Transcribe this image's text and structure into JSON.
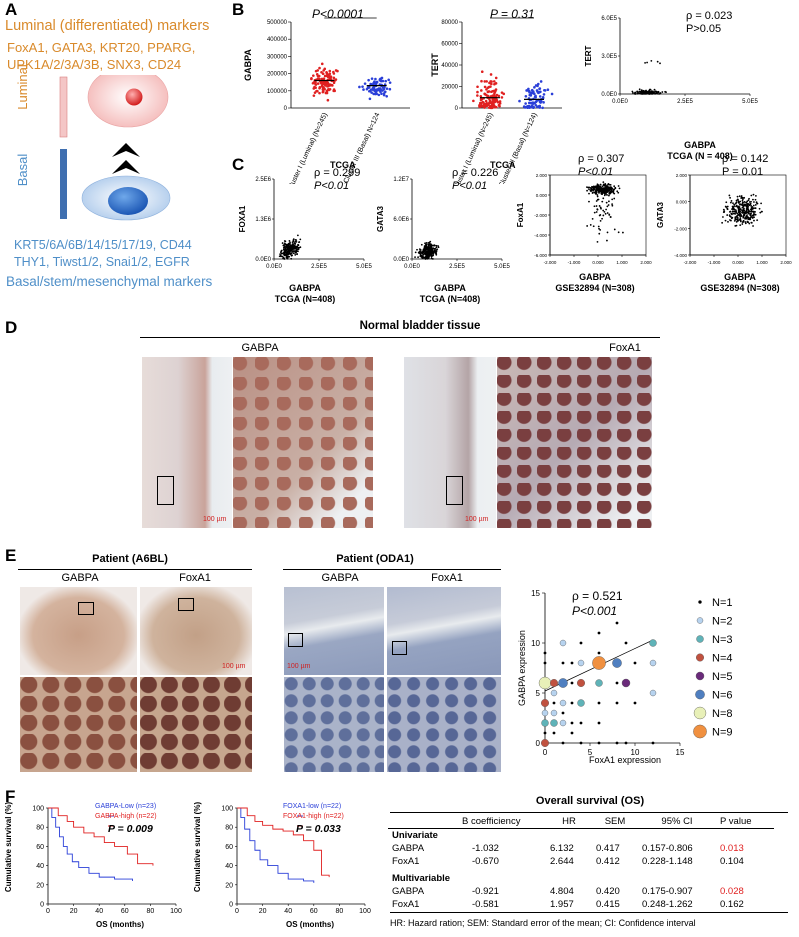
{
  "panels": {
    "A": "A",
    "B": "B",
    "C": "C",
    "D": "D",
    "E": "E",
    "F": "F"
  },
  "panelA": {
    "title": "Luminal (differentiated) markers",
    "luminal_markers_1": "FoxA1, GATA3, KRT20, PPARG,",
    "luminal_markers_2": "UPK1A/2/3A/3B, SNX3, CD24",
    "luminal_label": "Luminal",
    "basal_label": "Basal",
    "basal_markers_1": "KRT5/6A/6B/14/15/17/19, CD44",
    "basal_markers_2": "THY1, Tiwst1/2, Snai1/2, EGFR",
    "basal_title": "Basal/stem/mesenchymal markers"
  },
  "panelB": {
    "plot1": {
      "ylabel": "GABPA",
      "pvalue": "P<0.0001",
      "ticks": [
        "0",
        "100000",
        "200000",
        "300000",
        "400000",
        "500000"
      ],
      "cat1": "Cluster I (Luminal) (N=245)",
      "cat2": "Cluster III (Basal) N=124",
      "dataset": "TCGA"
    },
    "plot2": {
      "ylabel": "TERT",
      "pvalue": "P = 0.31",
      "ticks": [
        "0",
        "20000",
        "40000",
        "60000",
        "80000"
      ],
      "cat1": "Cluster I (Luminal) (N=245)",
      "cat2": "Cluster III (Basal) (N=124)",
      "dataset": "TCGA"
    },
    "plot3": {
      "ylabel": "TERT",
      "rho": "ρ = 0.023",
      "p": "P>0.05",
      "yticks": [
        "6.0E5",
        "3.0E5",
        "0.0E0"
      ],
      "xticks": [
        "0.0E0",
        "2.5E5",
        "5.0E5"
      ],
      "xlabel": "GABPA",
      "dataset": "TCGA (N = 408)"
    }
  },
  "panelC": {
    "plot1": {
      "ylabel": "FOXA1",
      "rho": "ρ = 0.299",
      "p": "P<0.01",
      "yticks": [
        "2.5E6",
        "1.3E6",
        "0.0E0"
      ],
      "xticks": [
        "0.0E0",
        "2.5E5",
        "5.0E5"
      ],
      "xlabel": "GABPA",
      "dataset": "TCGA (N=408)"
    },
    "plot2": {
      "ylabel": "GATA3",
      "rho": "ρ = 0.226",
      "p": "P<0.01",
      "yticks": [
        "1.2E7",
        "6.0E6",
        "0.0E0"
      ],
      "xticks": [
        "0.0E0",
        "2.5E5",
        "5.0E5"
      ],
      "xlabel": "GABPA",
      "dataset": "TCGA (N=408)"
    },
    "plot3": {
      "ylabel": "FoxA1",
      "rho": "ρ = 0.307",
      "p": "P<0.01",
      "yticks": [
        "2.000",
        "0.000",
        "-2.000",
        "-4.000",
        "-6.000"
      ],
      "xticks": [
        "-2.000",
        "-1.000",
        "0.000",
        "1.000",
        "2.000"
      ],
      "xlabel": "GABPA",
      "dataset": "GSE32894 (N=308)"
    },
    "plot4": {
      "ylabel": "GATA3",
      "rho": "ρ = 0.142",
      "p": "P = 0.01",
      "yticks": [
        "2.000",
        "0.000",
        "-2.000",
        "-4.000"
      ],
      "xticks": [
        "-2.000",
        "-1.000",
        "0.000",
        "1.000",
        "2.000"
      ],
      "xlabel": "GABPA",
      "dataset": "GSE32894 (N=308)"
    }
  },
  "panelD": {
    "title": "Normal bladder tissue",
    "label1": "GABPA",
    "label2": "FoxA1",
    "scale1": "100 µm",
    "scale2": "100 µm"
  },
  "panelE": {
    "patient1": "Patient (A6BL)",
    "patient2": "Patient (ODA1)",
    "g1": "GABPA",
    "f1": "FoxA1",
    "g2": "GABPA",
    "f2": "FoxA1",
    "scale": "100 µm",
    "rho": "ρ = 0.521",
    "p": "P<0.001",
    "xlabel": "FoxA1 expression",
    "ylabel": "GABPA expression",
    "xticks": [
      "0",
      "5",
      "10",
      "15"
    ],
    "yticks": [
      "0",
      "5",
      "10",
      "15"
    ],
    "legend": [
      "N=1",
      "N=2",
      "N=3",
      "N=4",
      "N=5",
      "N=6",
      "N=8",
      "N=9"
    ]
  },
  "panelF": {
    "km1": {
      "legend1": "GABPA-Low (n=23)",
      "legend2": "GABPA-high (n=22)",
      "p": "P = 0.009",
      "xlabel": "OS (months)",
      "ylabel": "Cumulative survival (%)",
      "ticks": [
        "0",
        "20",
        "40",
        "60",
        "80",
        "100"
      ]
    },
    "km2": {
      "legend1": "FOXA1-low (n=22)",
      "legend2": "FOXA1-high (n=22)",
      "p": "P = 0.033",
      "xlabel": "OS (months)",
      "ylabel": "Cumulative survival (%)",
      "ticks": [
        "0",
        "20",
        "40",
        "60",
        "80",
        "100"
      ]
    },
    "table": {
      "title": "Overall survival (OS)",
      "headers": [
        "",
        "B coefficiency",
        "HR",
        "SEM",
        "95% CI",
        "P value"
      ],
      "uni": "Univariate",
      "multi": "Multivariable",
      "rows_uni": [
        [
          "GABPA",
          "-1.032",
          "6.132",
          "0.417",
          "0.157-0.806",
          "0.013"
        ],
        [
          "FoxA1",
          "-0.670",
          "2.644",
          "0.412",
          "0.228-1.148",
          "0.104"
        ]
      ],
      "rows_multi": [
        [
          "GABPA",
          "-0.921",
          "4.804",
          "0.420",
          "0.175-0.907",
          "0.028"
        ],
        [
          "FoxA1",
          "-0.581",
          "1.957",
          "0.415",
          "0.248-1.262",
          "0.162"
        ]
      ],
      "footnote": "HR: Hazard ration; SEM: Standard error of the mean; CI: Confidence interval"
    }
  },
  "chart_data": [
    {
      "type": "scatter",
      "title": "",
      "xlabel": "GABPA",
      "ylabel": "TERT",
      "xlim": [
        0,
        500000
      ],
      "ylim": [
        0,
        600000
      ]
    },
    {
      "type": "scatter",
      "title": "",
      "xlabel": "FoxA1 expression",
      "ylabel": "GABPA expression",
      "xlim": [
        0,
        15
      ],
      "ylim": [
        0,
        15
      ]
    }
  ],
  "colors": {
    "orange": "#d98a2b",
    "blue": "#4f8fc8",
    "red": "#e02020",
    "kmblue": "#2a3fd8",
    "kmred": "#e02020"
  }
}
